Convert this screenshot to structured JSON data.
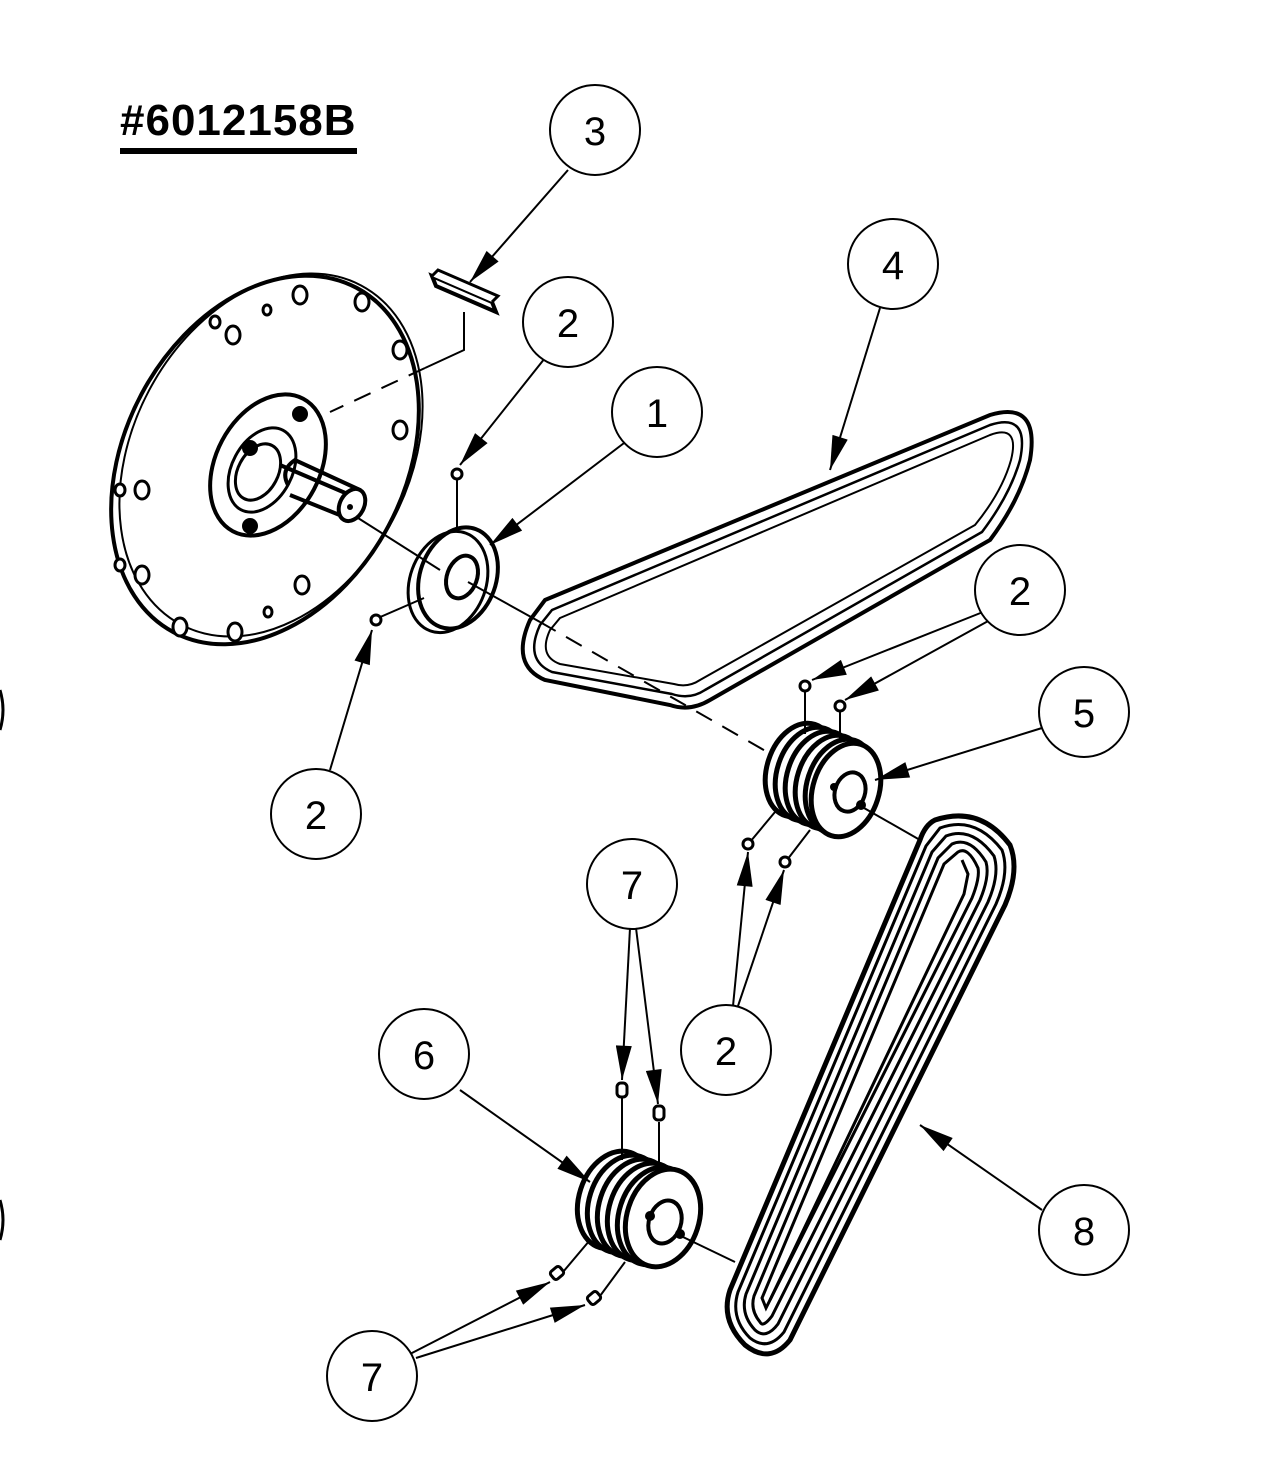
{
  "diagram": {
    "title": "#6012158B",
    "type": "exploded parts diagram",
    "colors": {
      "line": "#000000",
      "background": "#ffffff"
    },
    "callouts": [
      {
        "id": "c3",
        "label": "3",
        "part": "key"
      },
      {
        "id": "c2a",
        "label": "2",
        "part": "set screw"
      },
      {
        "id": "c1",
        "label": "1",
        "part": "bushing / hub"
      },
      {
        "id": "c4",
        "label": "4",
        "part": "V-belt"
      },
      {
        "id": "c2b",
        "label": "2",
        "part": "set screws"
      },
      {
        "id": "c5",
        "label": "5",
        "part": "multi-groove pulley (upper)"
      },
      {
        "id": "c2c",
        "label": "2",
        "part": "set screw"
      },
      {
        "id": "c7a",
        "label": "7",
        "part": "set screws"
      },
      {
        "id": "c2d",
        "label": "2",
        "part": "set screws"
      },
      {
        "id": "c6",
        "label": "6",
        "part": "multi-groove pulley (lower)"
      },
      {
        "id": "c8",
        "label": "8",
        "part": "multi-rib belt"
      },
      {
        "id": "c7b",
        "label": "7",
        "part": "set screws"
      }
    ]
  }
}
